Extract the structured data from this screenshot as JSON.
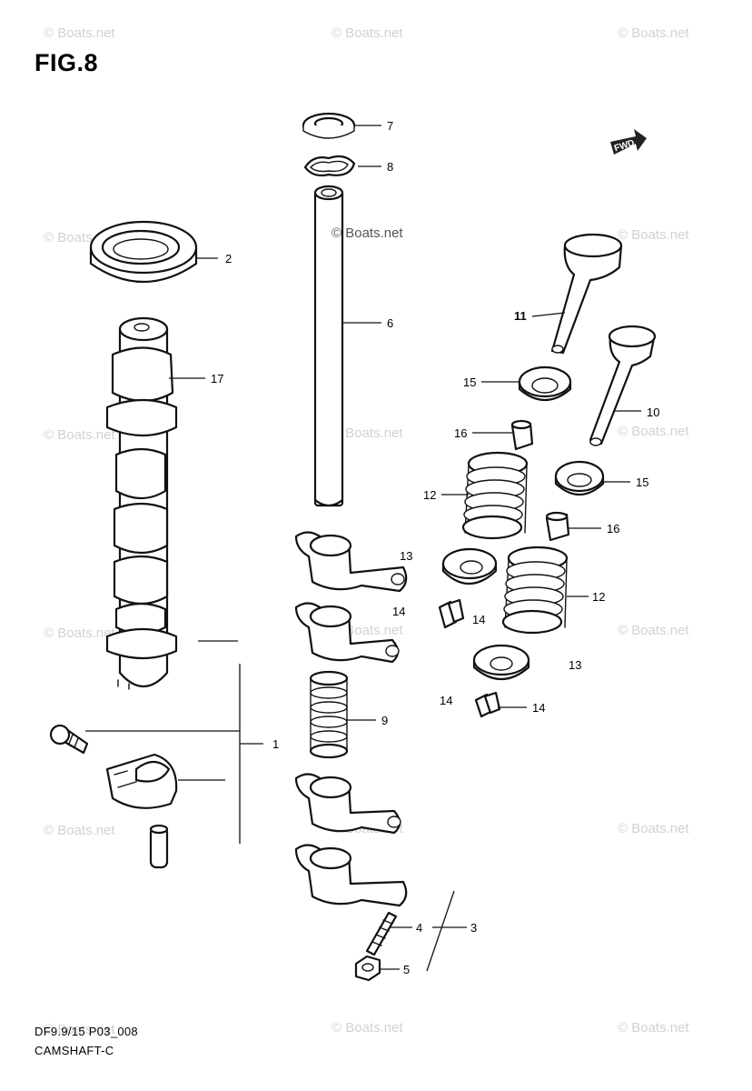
{
  "figure": {
    "title": "FIG.8"
  },
  "footer": {
    "code": "DF9.9/15 P03_008",
    "name": "CAMSHAFT-C"
  },
  "watermark": {
    "text": "© Boats.net",
    "featured_text": "© Boats.net"
  },
  "direction_badge": {
    "text": "FWD"
  },
  "callouts": {
    "c1": "1",
    "c2": "2",
    "c3": "3",
    "c4": "4",
    "c5": "5",
    "c6": "6",
    "c7": "7",
    "c8": "8",
    "c9": "9",
    "c10": "10",
    "c11": "11",
    "c12a": "12",
    "c12b": "12",
    "c13a": "13",
    "c13b": "13",
    "c14a": "14",
    "c14b": "14",
    "c14c": "14",
    "c14d": "14",
    "c15a": "15",
    "c15b": "15",
    "c16a": "16",
    "c16b": "16",
    "c17": "17"
  }
}
